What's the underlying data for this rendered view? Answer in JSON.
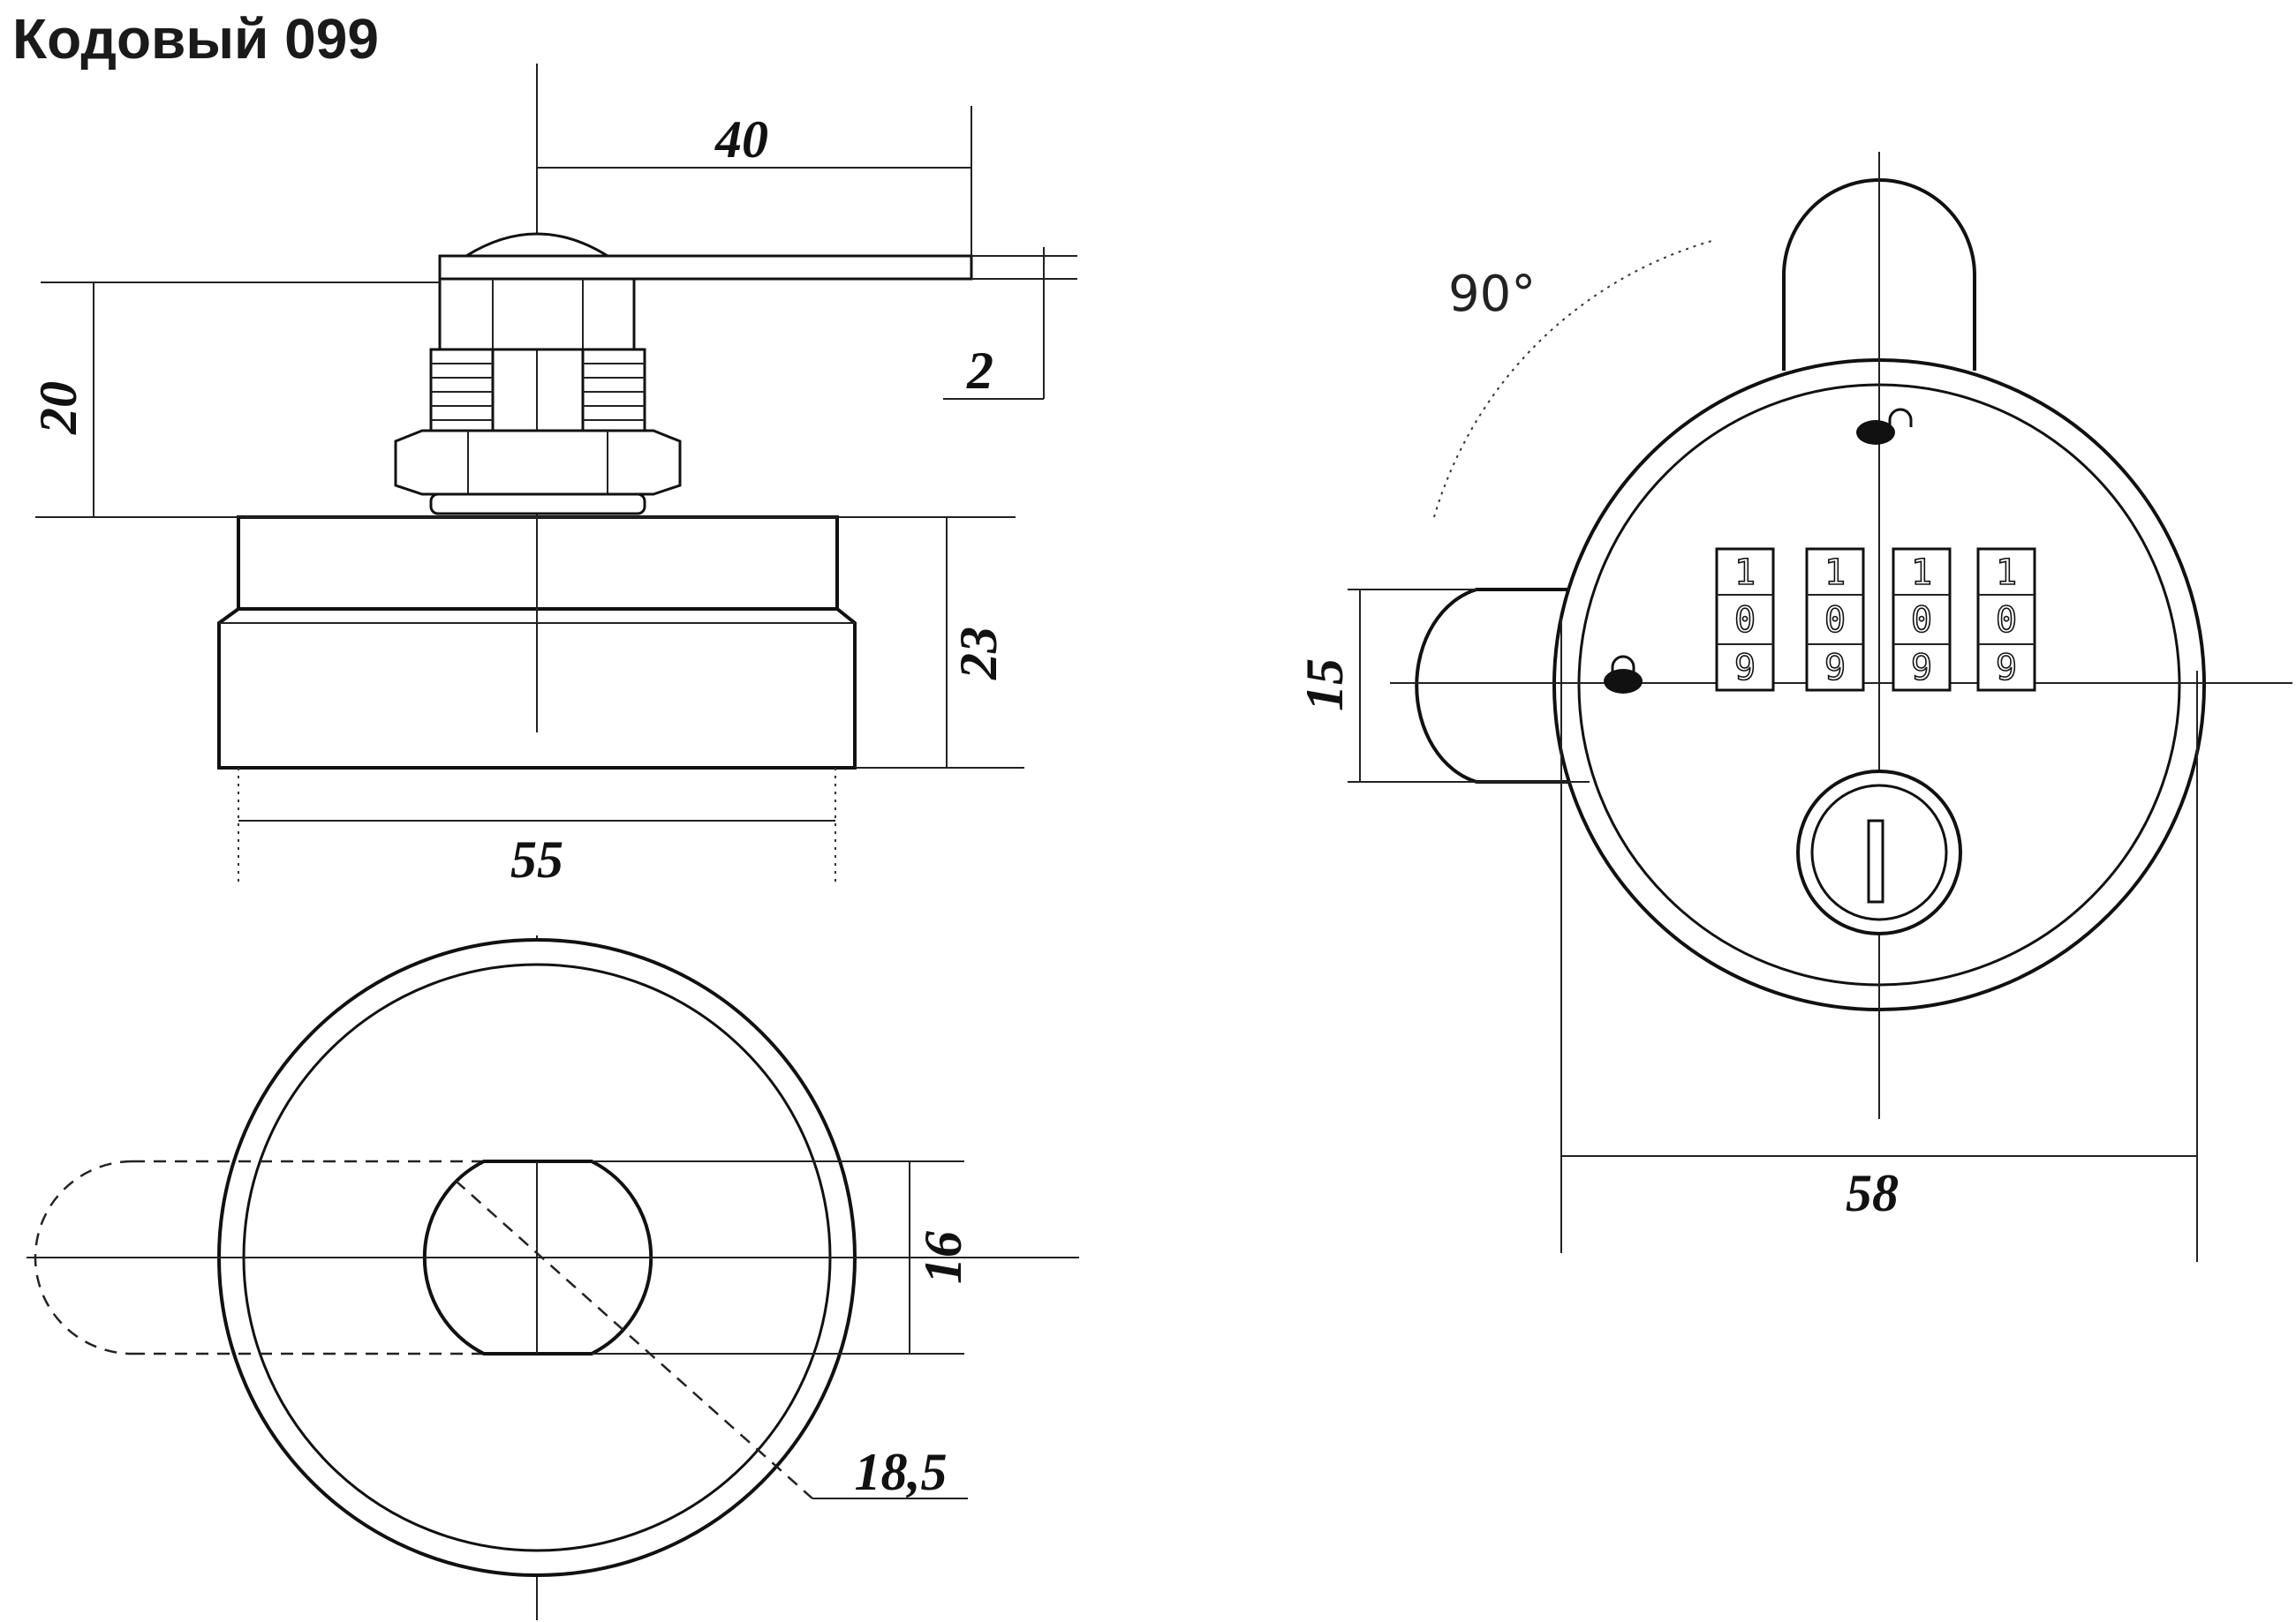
{
  "title": "Кодовый 099",
  "dimensions": {
    "lever_length": "40",
    "body_height": "20",
    "lever_thickness": "2",
    "flange_height": "23",
    "flange_diameter": "55",
    "bolt_width": "16",
    "bore_diameter": "18,5",
    "cam_width": "15",
    "front_diameter": "58"
  },
  "rotation_angle": "90°",
  "dials": [
    {
      "top": "1",
      "middle": "0",
      "bottom": "9"
    },
    {
      "top": "1",
      "middle": "0",
      "bottom": "9"
    },
    {
      "top": "1",
      "middle": "0",
      "bottom": "9"
    },
    {
      "top": "1",
      "middle": "0",
      "bottom": "9"
    }
  ],
  "icons": {
    "locked": "padlock-closed-icon",
    "unlocked": "padlock-open-icon",
    "keyhole": "key-cylinder-icon"
  }
}
